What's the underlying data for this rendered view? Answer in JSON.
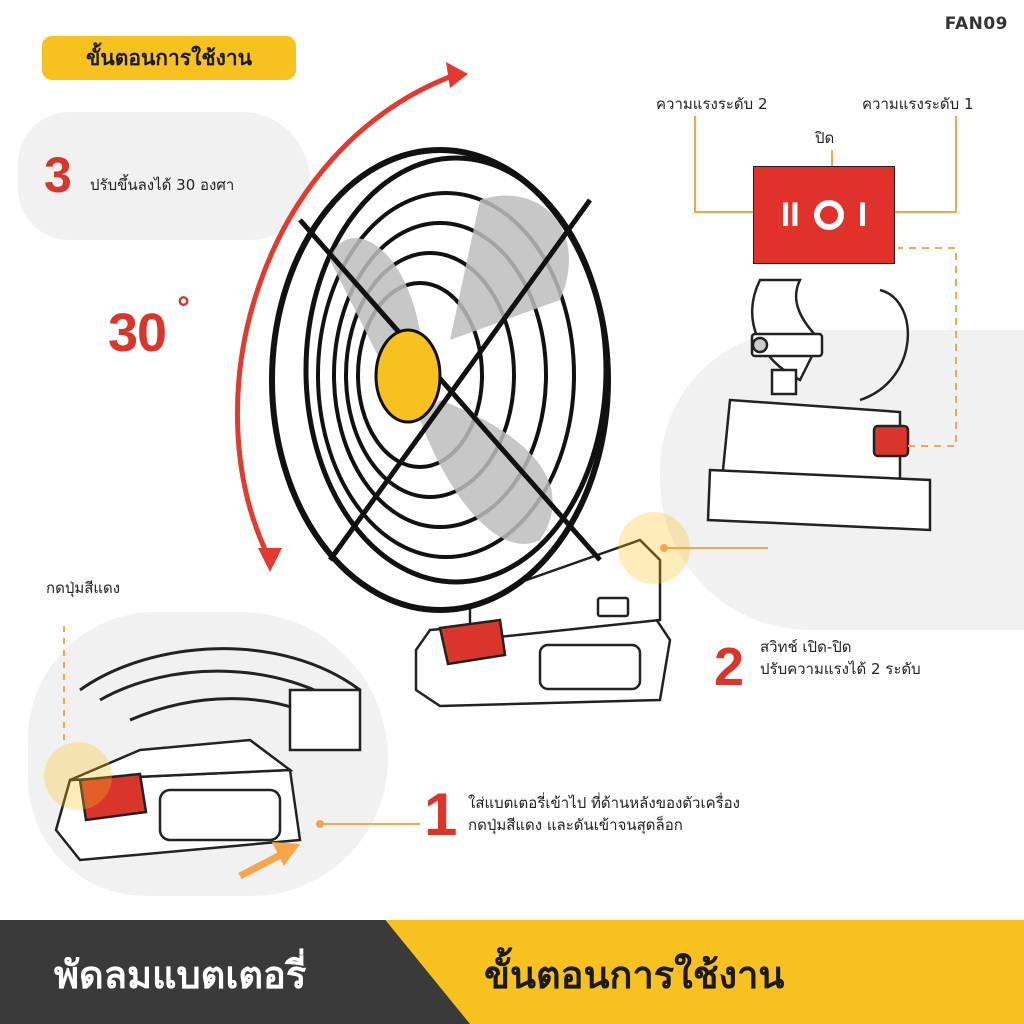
{
  "header": {
    "model": "FAN09",
    "section_title": "ขั้นตอนการใช้งาน"
  },
  "step3": {
    "number": "3",
    "text": "ปรับขึ้นลงได้ 30 องศา"
  },
  "tilt": {
    "value": "30",
    "unit": "°"
  },
  "switch": {
    "label_level2": "ความแรงระดับ 2",
    "label_level1": "ความแรงระดับ 1",
    "label_off": "ปิด",
    "color": "#e0322b"
  },
  "step2": {
    "number": "2",
    "line1": "สวิทช์ เปิด-ปิด",
    "line2": "ปรับความแรงได้ 2 ระดับ"
  },
  "battery_hint": {
    "label": "กดปุ่มสีแดง"
  },
  "step1": {
    "number": "1",
    "line1": "ใส่แบตเตอรี่เข้าไป ที่ด้านหลังของตัวเครื่อง",
    "line2": "กดปุ่มสีแดง และดันเข้าจนสุดล็อก"
  },
  "footer": {
    "left_title": "พัดลมแบตเตอรี่",
    "right_title": "ขั้นตอนการใช้งาน"
  },
  "colors": {
    "accent_yellow": "#f7c21f",
    "accent_red": "#d9352b",
    "dark": "#3a3a3a"
  }
}
